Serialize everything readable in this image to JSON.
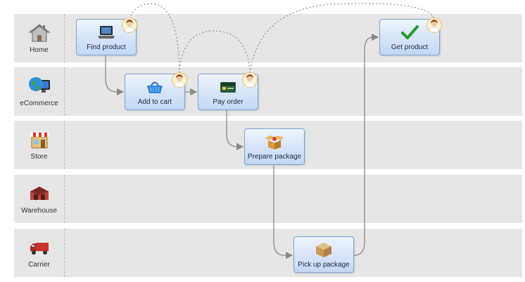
{
  "lanes": [
    {
      "id": "home",
      "label": "Home",
      "icon": "house-icon"
    },
    {
      "id": "ecommerce",
      "label": "eCommerce",
      "icon": "globe-monitor-icon"
    },
    {
      "id": "store",
      "label": "Store",
      "icon": "storefront-icon"
    },
    {
      "id": "warehouse",
      "label": "Warehouse",
      "icon": "warehouse-icon"
    },
    {
      "id": "carrier",
      "label": "Carrier",
      "icon": "delivery-truck-icon"
    }
  ],
  "tasks": {
    "find_product": {
      "label": "Find product",
      "lane": "Home",
      "icon": "laptop-icon",
      "actor": "user-avatar-icon"
    },
    "add_to_cart": {
      "label": "Add to cart",
      "lane": "eCommerce",
      "icon": "shopping-basket-icon",
      "actor": "user-avatar-icon"
    },
    "pay_order": {
      "label": "Pay order",
      "lane": "eCommerce",
      "icon": "credit-card-icon",
      "actor": "user-avatar-icon"
    },
    "prepare_package": {
      "label": "Prepare package",
      "lane": "Store",
      "icon": "open-box-icon"
    },
    "pick_up_package": {
      "label": "Pick up package",
      "lane": "Carrier",
      "icon": "package-icon"
    },
    "get_product": {
      "label": "Get product",
      "lane": "Home",
      "icon": "checkmark-icon",
      "actor": "user-avatar-icon"
    }
  },
  "flows": [
    {
      "from": "Find product",
      "to": "Add to cart"
    },
    {
      "from": "Add to cart",
      "to": "Pay order"
    },
    {
      "from": "Pay order",
      "to": "Prepare package"
    },
    {
      "from": "Prepare package",
      "to": "Pick up package"
    },
    {
      "from": "Pick up package",
      "to": "Get product"
    }
  ],
  "colors": {
    "lane_bg": "#e6e6e6",
    "task_fill_top": "#eef4fd",
    "task_fill_bottom": "#c3d7f3",
    "task_border": "#7fa3d6",
    "flow_line": "#8a8a8a",
    "actor_link": "#9a9a9a"
  }
}
